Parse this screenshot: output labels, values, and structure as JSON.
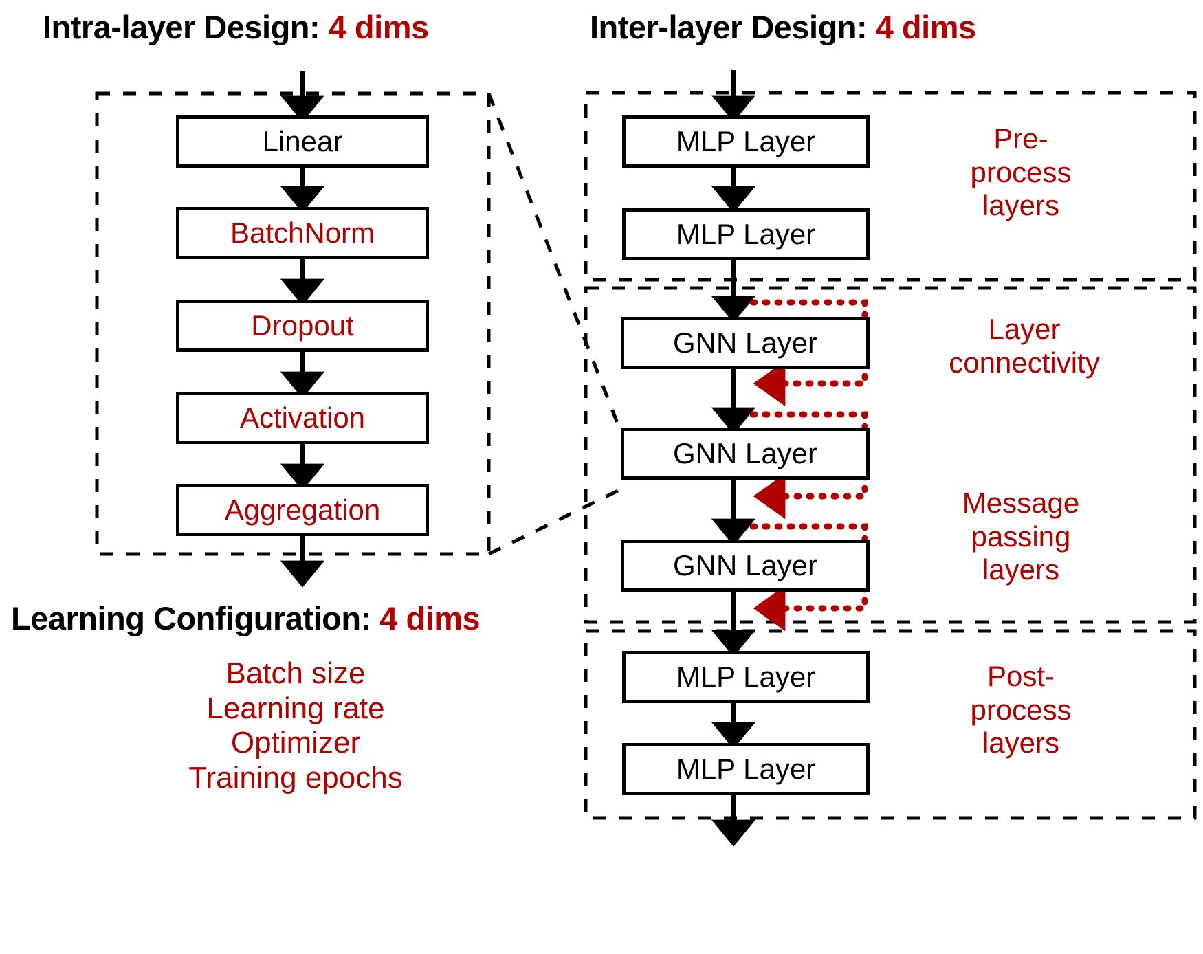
{
  "headings": {
    "intra": {
      "prefix": "Intra-layer Design: ",
      "accent": "4 dims"
    },
    "inter": {
      "prefix": "Inter-layer Design: ",
      "accent": "4 dims"
    },
    "learning": {
      "prefix": "Learning Configuration: ",
      "accent": "4 dims"
    }
  },
  "colors": {
    "accent_red": "#B00000",
    "line_black": "#000000",
    "background": "#FFFFFF"
  },
  "intra_layer": {
    "nodes": [
      {
        "label": "Linear",
        "color": "black"
      },
      {
        "label": "BatchNorm",
        "color": "red"
      },
      {
        "label": "Dropout",
        "color": "red"
      },
      {
        "label": "Activation",
        "color": "red"
      },
      {
        "label": "Aggregation",
        "color": "red"
      }
    ]
  },
  "learning_configuration": {
    "items": [
      "Batch size",
      "Learning rate",
      "Optimizer",
      "Training epochs"
    ]
  },
  "inter_layer": {
    "sections": [
      {
        "side_label": "Pre-\nprocess\nlayers",
        "nodes": [
          {
            "label": "MLP Layer",
            "color": "black"
          },
          {
            "label": "MLP Layer",
            "color": "black"
          }
        ]
      },
      {
        "side_label": "Layer\nconnectivity",
        "nodes": [
          {
            "label": "GNN Layer",
            "color": "black"
          }
        ]
      },
      {
        "side_label": "Message\npassing\nlayers",
        "nodes": [
          {
            "label": "GNN Layer",
            "color": "black"
          },
          {
            "label": "GNN Layer",
            "color": "black"
          }
        ]
      },
      {
        "side_label": "Post-\nprocess\nlayers",
        "nodes": [
          {
            "label": "MLP Layer",
            "color": "black"
          },
          {
            "label": "MLP Layer",
            "color": "black"
          }
        ]
      }
    ]
  }
}
